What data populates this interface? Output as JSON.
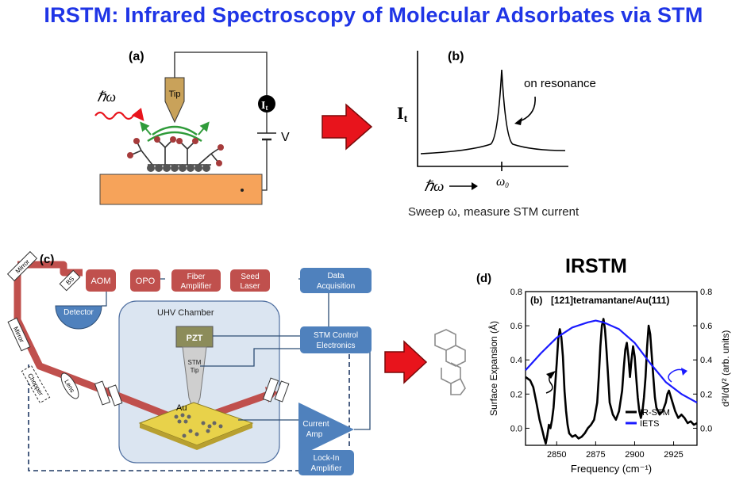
{
  "title": "IRSTM: Infrared Spectroscopy of Molecular Adsorbates via STM",
  "panel_a": {
    "label": "(a)",
    "photon": "ℏω",
    "tip": "Tip",
    "current_symbol": "I",
    "current_sub": "t",
    "voltage": "V",
    "colors": {
      "substrate": "#f6a35a",
      "photon": "#e8141c",
      "field": "#2f9b3a",
      "tip": "#c9a25a"
    }
  },
  "panel_b": {
    "label": "(b)",
    "y_symbol": "I",
    "y_sub": "t",
    "annotation": "on resonance",
    "x_symbol": "ℏω",
    "res_symbol": "ω",
    "res_sub": "0",
    "caption": "Sweep ω, measure STM current"
  },
  "panel_c": {
    "label": "(c)",
    "boxes": {
      "aom": "AOM",
      "opo": "OPO",
      "fiber_1": "Fiber",
      "fiber_2": "Amplifier",
      "seed_1": "Seed",
      "seed_2": "Laser",
      "daq_1": "Data",
      "daq_2": "Acquisition",
      "stm_1": "STM Control",
      "stm_2": "Electronics",
      "current_1": "Current",
      "current_2": "Amp",
      "lockin_1": "Lock-In",
      "lockin_2": "Amplifier",
      "pzt": "PZT"
    },
    "labels": {
      "mirror_top": "Mirror",
      "mirror_side": "Mirror",
      "bs": "BS",
      "detector": "Detector",
      "chopper": "Chopper",
      "lens": "Lens",
      "uhv": "UHV Chamber",
      "stm_tip_1": "STM",
      "stm_tip_2": "Tip",
      "au": "Au"
    },
    "colors": {
      "laser_box": "#c0504d",
      "blue_box": "#4f81bd",
      "chamber": "#dbe5f1",
      "beam": "#c0504d"
    }
  },
  "panel_d": {
    "heading": "IRSTM",
    "label": "(d)",
    "inner_label": "(b)",
    "inner_title": "[121]tetramantane/Au(111)",
    "legend": [
      "IR-STM",
      "IETS"
    ]
  },
  "chart_data": {
    "type": "line",
    "title": "[121]tetramantane/Au(111)",
    "xlabel": "Frequency (cm⁻¹)",
    "ylabel": "Surface Expansion (Å)",
    "y2label": "d²I/dV² (arb. units)",
    "xlim": [
      2830,
      2940
    ],
    "ylim": [
      -0.1,
      0.8
    ],
    "y2lim": [
      -0.1,
      0.8
    ],
    "xticks": [
      2850,
      2875,
      2900,
      2925
    ],
    "yticks": [
      0.0,
      0.2,
      0.4,
      0.6,
      0.8
    ],
    "y2ticks": [
      0.0,
      0.2,
      0.4,
      0.6,
      0.8
    ],
    "legend_position": "bottom-right",
    "series": [
      {
        "name": "IR-STM",
        "color": "#000000",
        "axis": "left",
        "x": [
          2830,
          2833,
          2835,
          2837,
          2839,
          2841,
          2842,
          2843,
          2844,
          2845,
          2846,
          2847,
          2848,
          2849,
          2850,
          2851,
          2852,
          2853,
          2854,
          2855,
          2856,
          2857,
          2858,
          2860,
          2862,
          2864,
          2866,
          2868,
          2870,
          2872,
          2874,
          2876,
          2877,
          2878,
          2879,
          2880,
          2881,
          2882,
          2883,
          2884,
          2886,
          2888,
          2890,
          2892,
          2893,
          2894,
          2895,
          2896,
          2897,
          2898,
          2899,
          2900,
          2901,
          2902,
          2903,
          2904,
          2905,
          2906,
          2907,
          2908,
          2909,
          2910,
          2911,
          2912,
          2913,
          2914,
          2916,
          2918,
          2920,
          2921,
          2922,
          2924,
          2926,
          2928,
          2930,
          2932,
          2934,
          2936,
          2938,
          2940
        ],
        "y": [
          0.3,
          0.28,
          0.24,
          0.15,
          0.05,
          -0.02,
          -0.06,
          -0.09,
          -0.04,
          0.02,
          0.0,
          0.05,
          0.12,
          0.25,
          0.38,
          0.52,
          0.58,
          0.53,
          0.42,
          0.22,
          0.1,
          0.02,
          -0.03,
          -0.05,
          -0.04,
          -0.06,
          -0.05,
          -0.03,
          0.0,
          0.02,
          0.05,
          0.15,
          0.3,
          0.48,
          0.6,
          0.64,
          0.58,
          0.45,
          0.3,
          0.15,
          0.08,
          0.05,
          0.1,
          0.22,
          0.35,
          0.46,
          0.5,
          0.42,
          0.3,
          0.4,
          0.48,
          0.42,
          0.3,
          0.18,
          0.1,
          0.06,
          0.1,
          0.18,
          0.3,
          0.48,
          0.6,
          0.55,
          0.42,
          0.3,
          0.18,
          0.12,
          0.08,
          0.1,
          0.15,
          0.2,
          0.22,
          0.16,
          0.1,
          0.06,
          0.08,
          0.06,
          0.03,
          0.04,
          0.02,
          0.03
        ]
      },
      {
        "name": "IETS",
        "color": "#1a1aff",
        "axis": "right",
        "x": [
          2830,
          2840,
          2850,
          2860,
          2870,
          2875,
          2880,
          2890,
          2900,
          2910,
          2920,
          2930,
          2940
        ],
        "y": [
          0.34,
          0.44,
          0.53,
          0.59,
          0.62,
          0.63,
          0.62,
          0.58,
          0.5,
          0.38,
          0.27,
          0.2,
          0.15
        ]
      }
    ]
  }
}
